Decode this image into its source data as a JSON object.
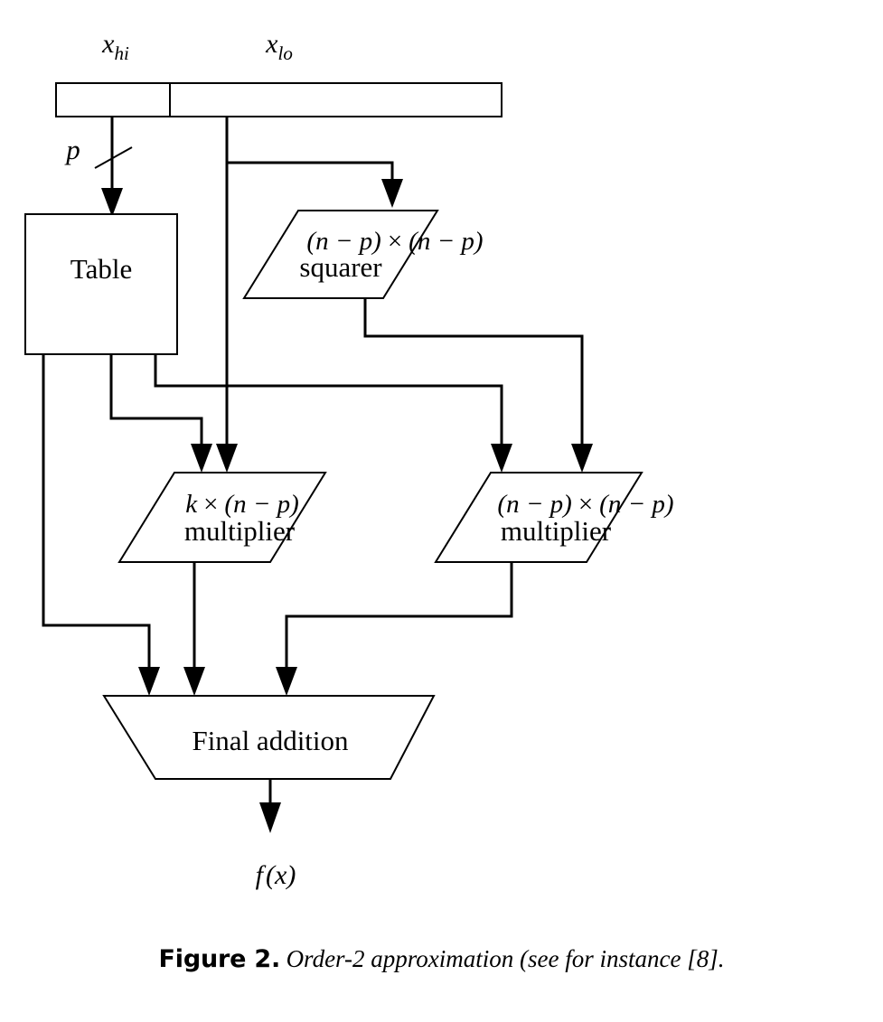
{
  "figure": {
    "caption_label": "Figure 2.",
    "caption_text": "Order-2 approximation (see for instance [8]."
  },
  "inputs": {
    "hi_label": "x",
    "hi_sub": "hi",
    "lo_label": "x",
    "lo_sub": "lo",
    "bus_width_label": "p"
  },
  "blocks": {
    "table": {
      "name": "Table",
      "label": "Table"
    },
    "squarer": {
      "name": "squarer",
      "size_left": "(n − p)",
      "size_op": "×",
      "size_right": "(n − p)",
      "label": "squarer"
    },
    "multiplier_left": {
      "name": "multiplier",
      "size_left": "k",
      "size_op": "×",
      "size_right": "(n − p)",
      "label": "multiplier"
    },
    "multiplier_right": {
      "name": "multiplier",
      "size_left": "(n − p)",
      "size_op": "×",
      "size_right": "(n − p)",
      "label": "multiplier"
    },
    "adder": {
      "name": "Final addition",
      "label": "Final addition"
    }
  },
  "output": {
    "label_fn": "f",
    "label_open": "(",
    "label_var": "x",
    "label_close": ")"
  },
  "style": {
    "line_color": "#000000",
    "fill_color": "#ffffff",
    "background": "#ffffff"
  }
}
